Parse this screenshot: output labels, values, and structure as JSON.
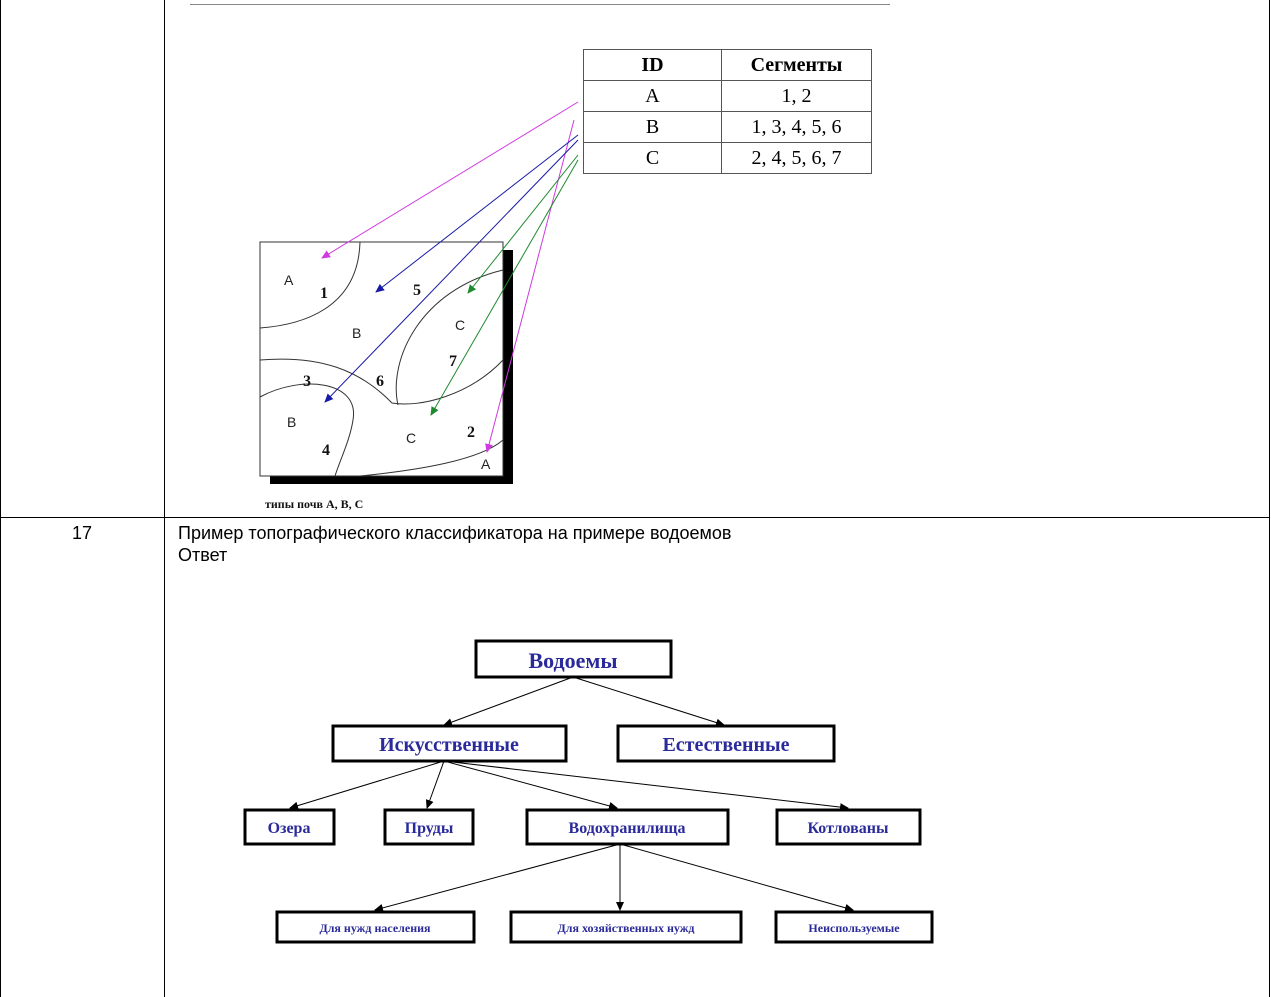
{
  "segment_table": {
    "headers": [
      "ID",
      "Сегменты"
    ],
    "rows": [
      {
        "id": "A",
        "segments": "1, 2"
      },
      {
        "id": "B",
        "segments": "1, 3, 4, 5, 6"
      },
      {
        "id": "C",
        "segments": "2, 4, 5, 6, 7"
      }
    ]
  },
  "soil_map": {
    "type_labels": [
      "A",
      "B",
      "C",
      "B",
      "C",
      "A"
    ],
    "segment_numbers": [
      "1",
      "5",
      "7",
      "3",
      "6",
      "4",
      "2"
    ],
    "caption": "типы почв А, В, С"
  },
  "row_17": {
    "number": "17",
    "question": "Пример топографического классификатора на примере водоемов",
    "answer_label": "Ответ"
  },
  "classifier": {
    "root": "Водоемы",
    "level1": [
      "Искусственные",
      "Естественные"
    ],
    "level2": [
      "Озера",
      "Пруды",
      "Водохранилища",
      "Котлованы"
    ],
    "level3": [
      "Для нужд населения",
      "Для хозяйственных нужд",
      "Неиспользуемые"
    ]
  },
  "colors": {
    "arrow_magenta": "#d03adf",
    "arrow_blue": "#1a1aa8",
    "arrow_green": "#1e8a2e",
    "diagram_text_blue": "#2a2a9a"
  }
}
